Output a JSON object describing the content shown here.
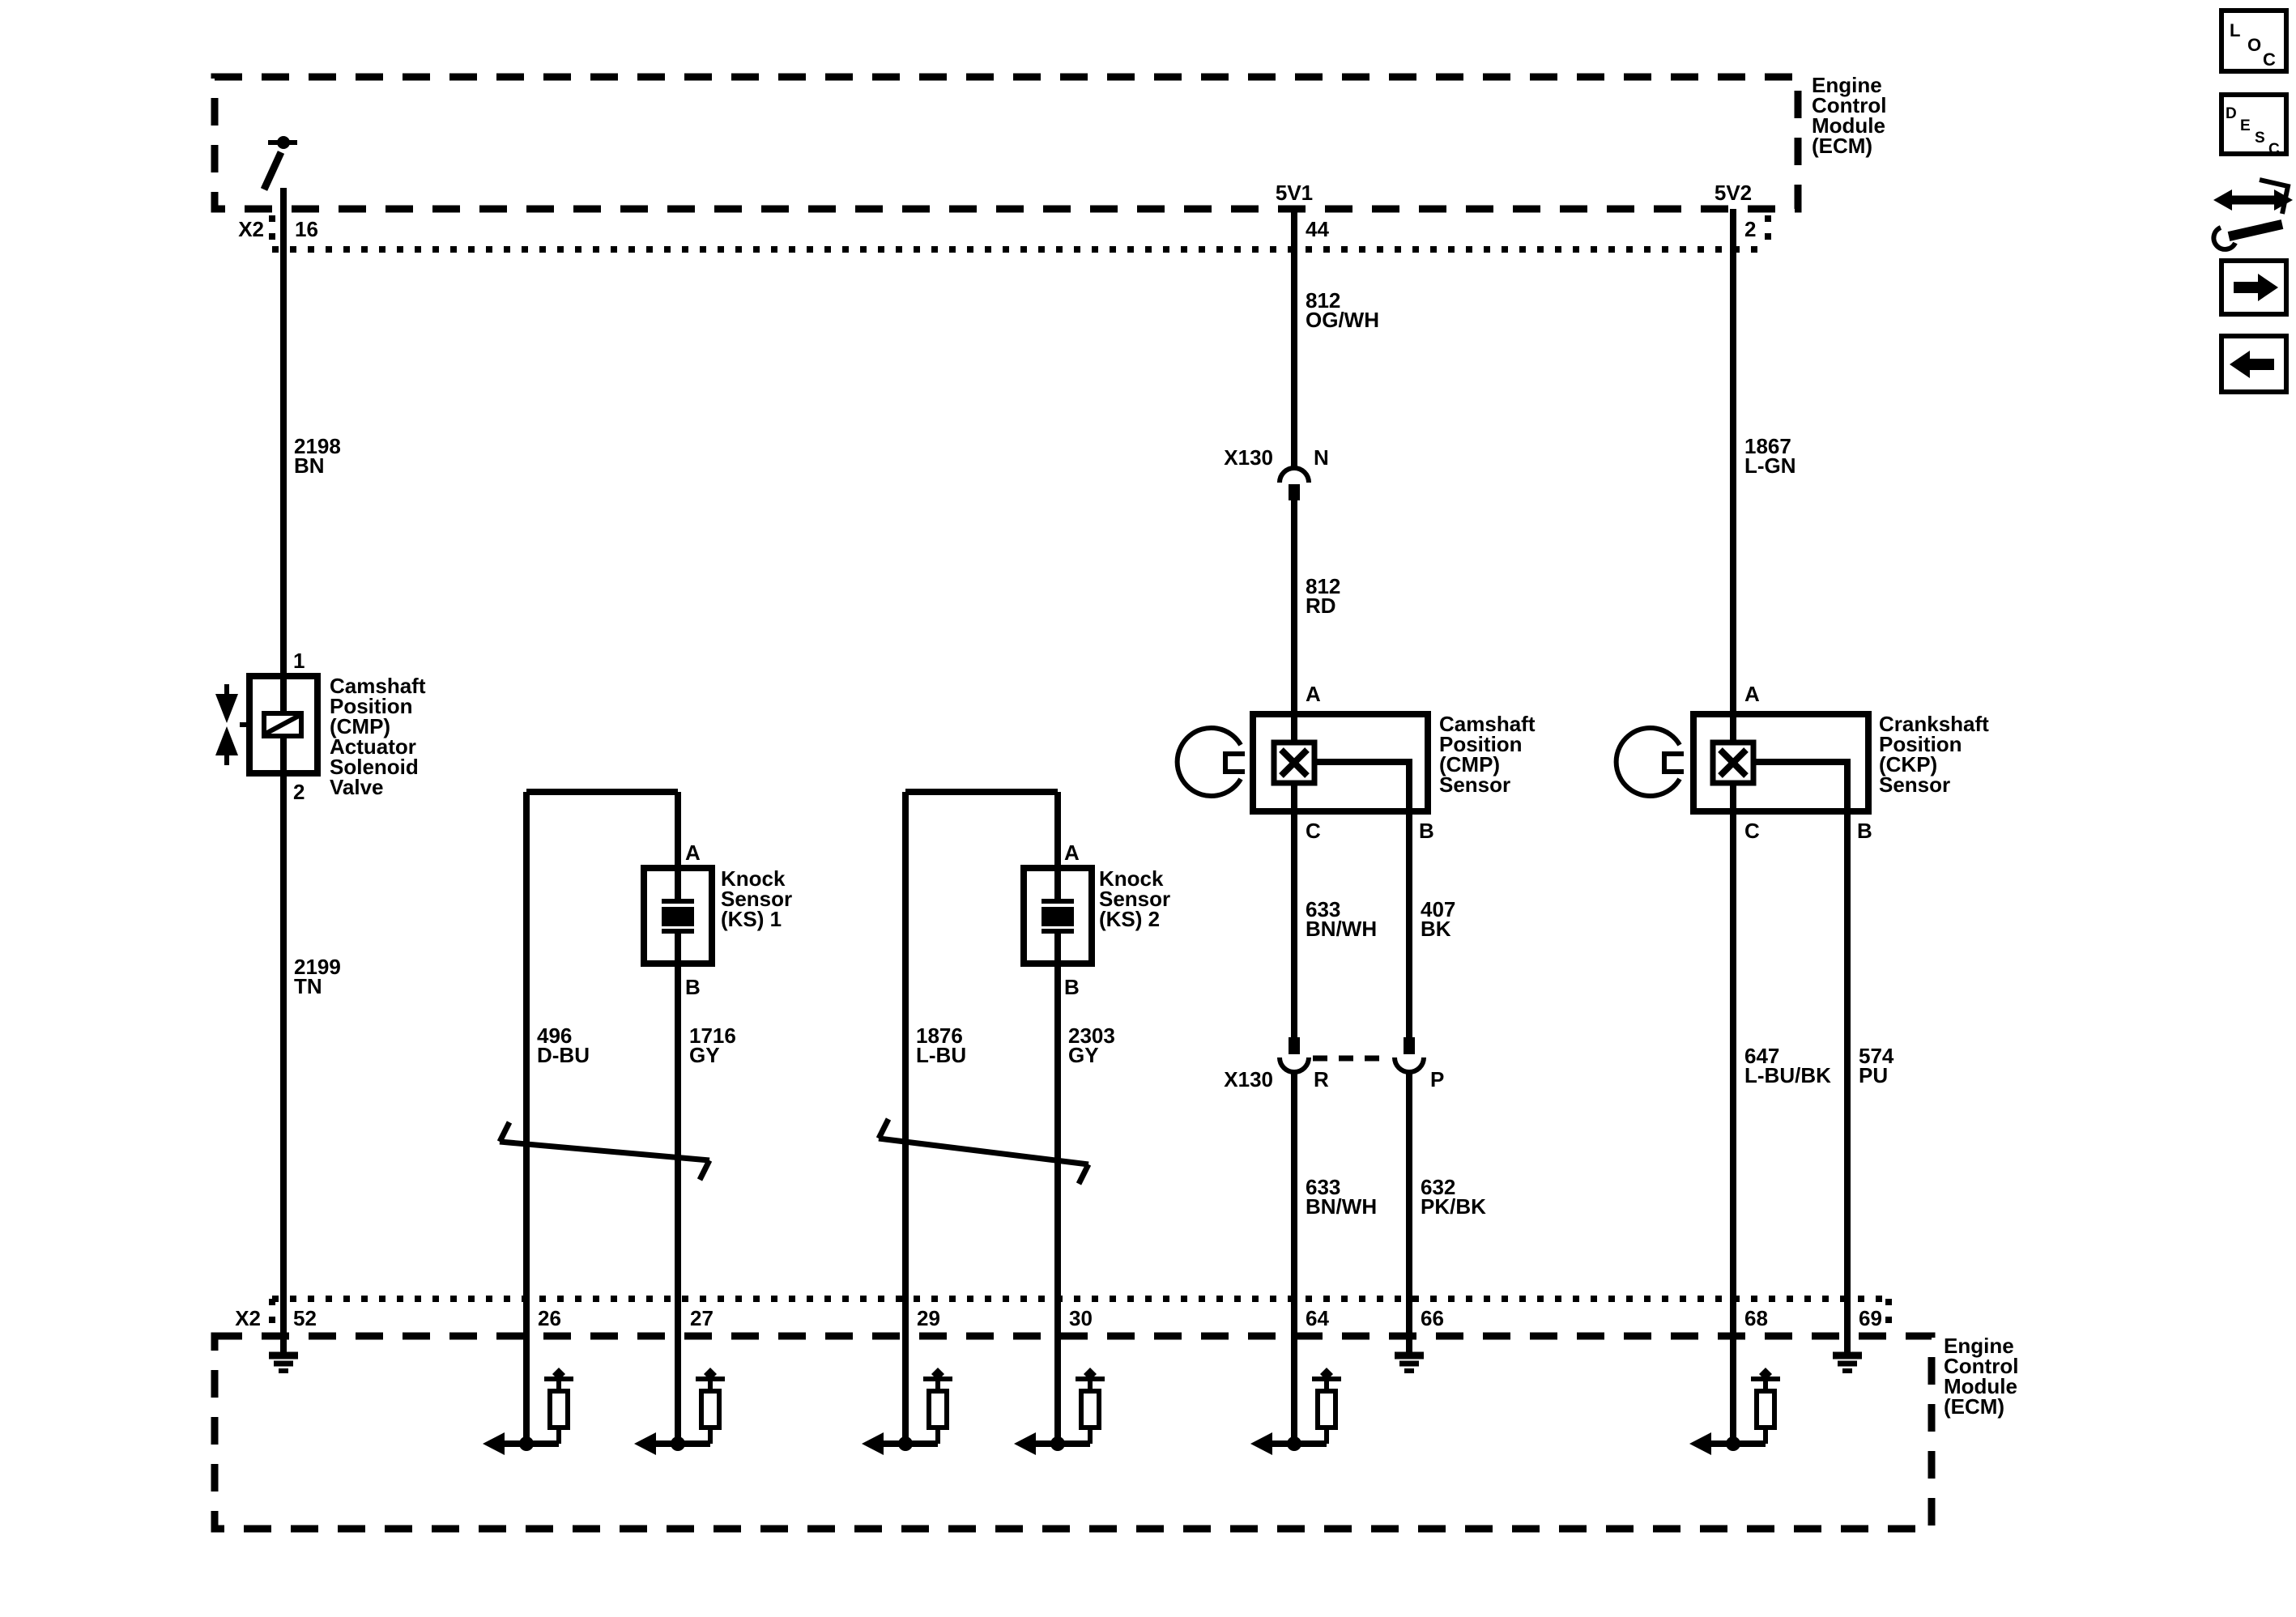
{
  "page": {
    "background": "#ffffff",
    "ink": "#000000"
  },
  "ecm_top": {
    "line1": "Engine",
    "line2": "Control",
    "line3": "Module",
    "line4": "(ECM)"
  },
  "ecm_bottom": {
    "line1": "Engine",
    "line2": "Control",
    "line3": "Module",
    "line4": "(ECM)"
  },
  "rails": {
    "v1": "5V1",
    "v2": "5V2"
  },
  "conn_x2_top": {
    "name": "X2",
    "pin_cmp_valve": "16",
    "pin_5v1": "44",
    "pin_5v2": "2"
  },
  "conn_x130_top": {
    "name": "X130",
    "pin": "N"
  },
  "conn_x130_mid": {
    "name": "X130",
    "pin_r": "R",
    "pin_p": "P"
  },
  "conn_x2_bottom": {
    "name": "X2",
    "pin_52": "52",
    "pin_26": "26",
    "pin_27": "27",
    "pin_29": "29",
    "pin_30": "30",
    "pin_64": "64",
    "pin_66": "66",
    "pin_68": "68",
    "pin_69": "69"
  },
  "wires": {
    "w2198": {
      "id": "2198",
      "color": "BN"
    },
    "w2199": {
      "id": "2199",
      "color": "TN"
    },
    "w812_ogwh": {
      "id": "812",
      "color": "OG/WH"
    },
    "w812_rd": {
      "id": "812",
      "color": "RD"
    },
    "w1867": {
      "id": "1867",
      "color": "L-GN"
    },
    "w496": {
      "id": "496",
      "color": "D-BU"
    },
    "w1716": {
      "id": "1716",
      "color": "GY"
    },
    "w1876": {
      "id": "1876",
      "color": "L-BU"
    },
    "w2303": {
      "id": "2303",
      "color": "GY"
    },
    "w633_upper": {
      "id": "633",
      "color": "BN/WH"
    },
    "w407": {
      "id": "407",
      "color": "BK"
    },
    "w633_lower": {
      "id": "633",
      "color": "BN/WH"
    },
    "w632": {
      "id": "632",
      "color": "PK/BK"
    },
    "w647": {
      "id": "647",
      "color": "L-BU/BK"
    },
    "w574": {
      "id": "574",
      "color": "PU"
    }
  },
  "components": {
    "cmp_valve": {
      "pin_top": "1",
      "pin_bottom": "2",
      "line1": "Camshaft",
      "line2": "Position",
      "line3": "(CMP)",
      "line4": "Actuator",
      "line5": "Solenoid",
      "line6": "Valve"
    },
    "ks1": {
      "pin_top": "A",
      "pin_bottom": "B",
      "line1": "Knock",
      "line2": "Sensor",
      "line3": "(KS) 1"
    },
    "ks2": {
      "pin_top": "A",
      "pin_bottom": "B",
      "line1": "Knock",
      "line2": "Sensor",
      "line3": "(KS) 2"
    },
    "cmp_sensor": {
      "pin_a": "A",
      "pin_b": "B",
      "pin_c": "C",
      "line1": "Camshaft",
      "line2": "Position",
      "line3": "(CMP)",
      "line4": "Sensor"
    },
    "ckp_sensor": {
      "pin_a": "A",
      "pin_b": "B",
      "pin_c": "C",
      "line1": "Crankshaft",
      "line2": "Position",
      "line3": "(CKP)",
      "line4": "Sensor"
    }
  },
  "toolbar": {
    "loc": {
      "l1": "L",
      "l2": "O",
      "l3": "C"
    },
    "desc": {
      "l1": "D",
      "l2": "E",
      "l3": "S",
      "l4": "C"
    }
  }
}
